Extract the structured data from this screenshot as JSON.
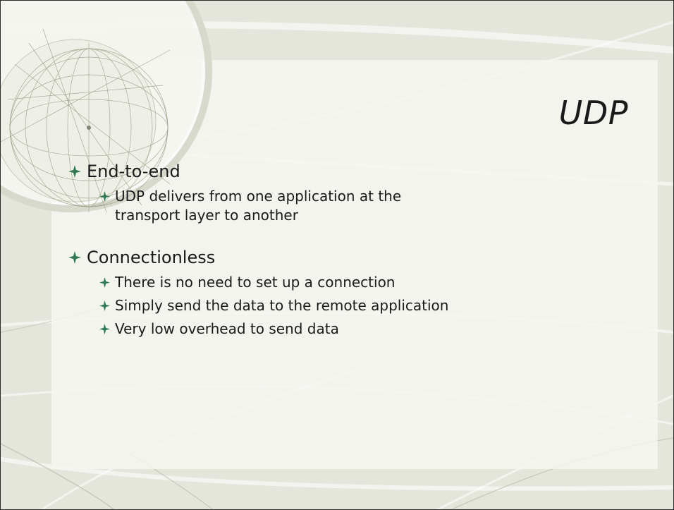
{
  "slide": {
    "title": "UDP",
    "accent_color": "#2f7a55",
    "bullet_icon": "four-point-star-icon",
    "bullets": [
      {
        "text": "End-to-end",
        "sub": [
          "UDP delivers from one application at the transport layer to another"
        ]
      },
      {
        "text": "Connectionless",
        "sub": [
          "There is no need to set up a connection",
          "Simply send the data to the remote application",
          "Very low overhead to send data"
        ]
      }
    ]
  }
}
